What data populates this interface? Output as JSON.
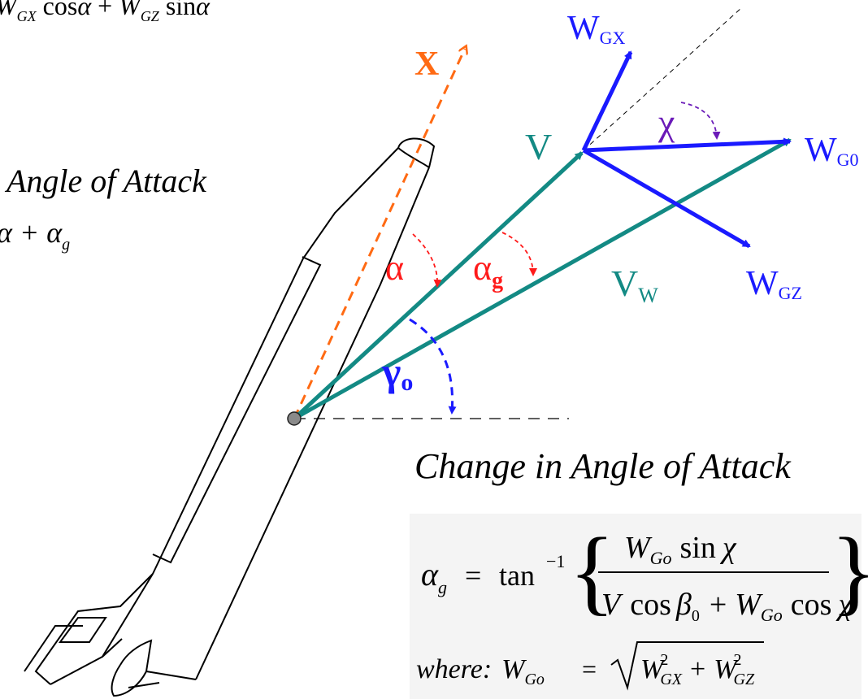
{
  "top_formula": {
    "w": "W",
    "gx": "GX",
    "cos": "cos",
    "alpha1": "α",
    "plus": "+",
    "gz": "GZ",
    "sin": "sin",
    "alpha2": "α"
  },
  "left_heading": {
    "title": "Angle of Attack",
    "formula": "α + α",
    "sub": "g"
  },
  "axis_label": "X",
  "vectors": {
    "v": "V",
    "vw_main": "V",
    "vw_sub": "W",
    "wgx_main": "W",
    "wgx_sub": "GX",
    "wgz_main": "W",
    "wgz_sub": "GZ",
    "wg0_main": "W",
    "wg0_sub": "G0"
  },
  "angles": {
    "chi": "χ",
    "alpha": "α",
    "alpha_g_main": "α",
    "alpha_g_sub": "g",
    "gamma_main": "γ",
    "gamma_sub": "o"
  },
  "right_heading": {
    "title": "Change in Angle of Attack"
  },
  "equation": {
    "lhs": "α",
    "lhs_sub": "g",
    "eq": "=",
    "tan": "tan",
    "inv": "−1",
    "num_w": "W",
    "num_sub": "Go",
    "num_sin": "sin",
    "num_chi": "χ",
    "den_v": "V",
    "den_cos1": "cos",
    "den_beta": "β",
    "den_beta_sub": "0",
    "den_plus": "+",
    "den_w": "W",
    "den_sub": "Go",
    "den_cos2": "cos",
    "den_chi": "χ"
  },
  "where_line": {
    "where": "where:",
    "w": "W",
    "sub": "Go",
    "eq": "=",
    "a": "W",
    "a_sup": "2",
    "a_sub": "GX",
    "plus": "+",
    "b": "W",
    "b_sup": "2",
    "b_sub": "GZ"
  },
  "colors": {
    "axis": "#ff6a13",
    "velocity": "#138a84",
    "wind": "#1a1aff",
    "angle": "#ff1a1a",
    "chi": "#6a1ab8",
    "gamma": "#1a1aff",
    "ink": "#000000"
  }
}
